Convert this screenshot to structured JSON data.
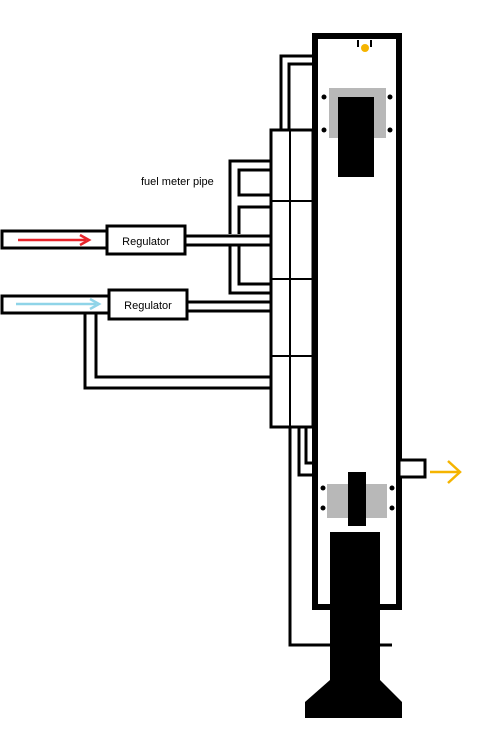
{
  "labels": {
    "fuel_meter_pipe": "fuel meter pipe",
    "regulator_top": "Regulator",
    "regulator_bottom": "Regulator"
  },
  "colors": {
    "red_arrow": "#e8242b",
    "blue_arrow": "#8fd4e8",
    "orange_arrow": "#f5b400",
    "yellow_dot": "#f5b400",
    "gray_block": "#b8b8b8",
    "line": "#000000"
  }
}
